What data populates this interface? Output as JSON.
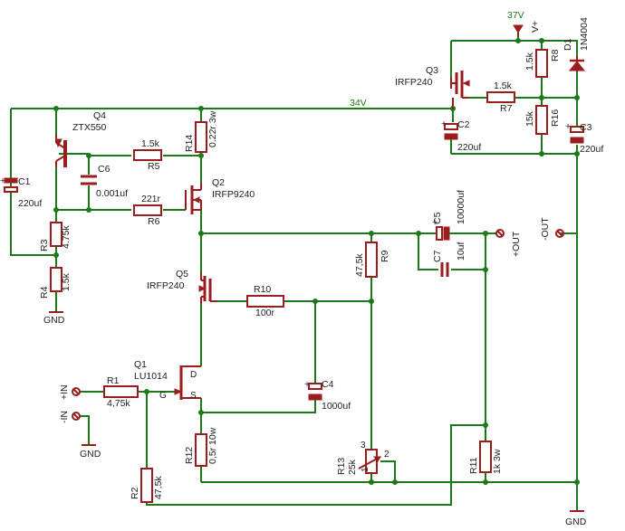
{
  "nets": {
    "v34": "34V",
    "v37": "37V",
    "vplus": "V+",
    "gnd_label": "GND"
  },
  "parts": {
    "Q4": {
      "ref": "Q4",
      "value": "ZTX550"
    },
    "Q3": {
      "ref": "Q3",
      "value": "IRFP240"
    },
    "Q2": {
      "ref": "Q2",
      "value": "IRFP9240"
    },
    "Q5": {
      "ref": "Q5",
      "value": "IRFP240"
    },
    "Q1": {
      "ref": "Q1",
      "value": "LU1014"
    },
    "D1": {
      "ref": "D1",
      "value": "1N4004"
    },
    "C1": {
      "ref": "C1",
      "value": "220uf"
    },
    "C2": {
      "ref": "C2",
      "value": "220uf"
    },
    "C3": {
      "ref": "C3",
      "value": "220uf"
    },
    "C4": {
      "ref": "C4",
      "value": "1000uf"
    },
    "C5": {
      "ref": "C5",
      "value": "10000uf"
    },
    "C6": {
      "ref": "C6",
      "value": "0.001uf"
    },
    "C7": {
      "ref": "C7",
      "value": "10uf"
    },
    "R1": {
      "ref": "R1",
      "value": "4,75k"
    },
    "R2": {
      "ref": "R2",
      "value": "47,5k"
    },
    "R3": {
      "ref": "R3",
      "value": "4.75k"
    },
    "R4": {
      "ref": "R4",
      "value": "1.5k"
    },
    "R5": {
      "ref": "R5",
      "value": "1.5k"
    },
    "R6": {
      "ref": "R6",
      "value": "221r"
    },
    "R7": {
      "ref": "R7",
      "value": "1.5k"
    },
    "R8": {
      "ref": "R8",
      "value": "1.5k"
    },
    "R9": {
      "ref": "R9",
      "value": "47,5k"
    },
    "R10": {
      "ref": "R10",
      "value": "100r"
    },
    "R11": {
      "ref": "R11",
      "value": "1k 3w"
    },
    "R12": {
      "ref": "R12",
      "value": "0,5r 10w"
    },
    "R13": {
      "ref": "R13",
      "value": "25k"
    },
    "R14": {
      "ref": "R14",
      "value": "0.22r 3w"
    },
    "R16": {
      "ref": "R16",
      "value": "15k"
    }
  },
  "pins": {
    "d": "D",
    "g": "G",
    "s": "S",
    "pot1": "1",
    "pot2": "2",
    "pot3": "3"
  },
  "terminals": {
    "in_plus": "+IN",
    "in_minus": "-IN",
    "out_plus": "+OUT",
    "out_minus": "-OUT",
    "gnd": "GND"
  }
}
